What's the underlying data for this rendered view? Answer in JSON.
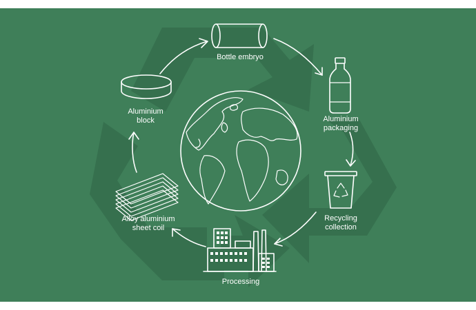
{
  "colors": {
    "background": "#3f7f59",
    "recycle_symbol": "#36704e",
    "line": "#ffffff"
  },
  "stages": {
    "bottle_embryo": "Bottle embryo",
    "aluminium_packaging": "Aluminium\npackaging",
    "recycling_collection": "Recycling\ncollection",
    "processing": "Processing",
    "alloy_sheet_coil": "Alloy aluminium\nsheet coil",
    "aluminium_block": "Aluminium\nblock"
  },
  "icons": {
    "bottle_embryo": "cylinder-icon",
    "aluminium_packaging": "bottle-icon",
    "recycling_collection": "recycle-bin-icon",
    "processing": "factory-icon",
    "alloy_sheet_coil": "sheet-stack-icon",
    "aluminium_block": "disc-icon",
    "center": "globe-icon",
    "background": "recycle-symbol-icon"
  }
}
